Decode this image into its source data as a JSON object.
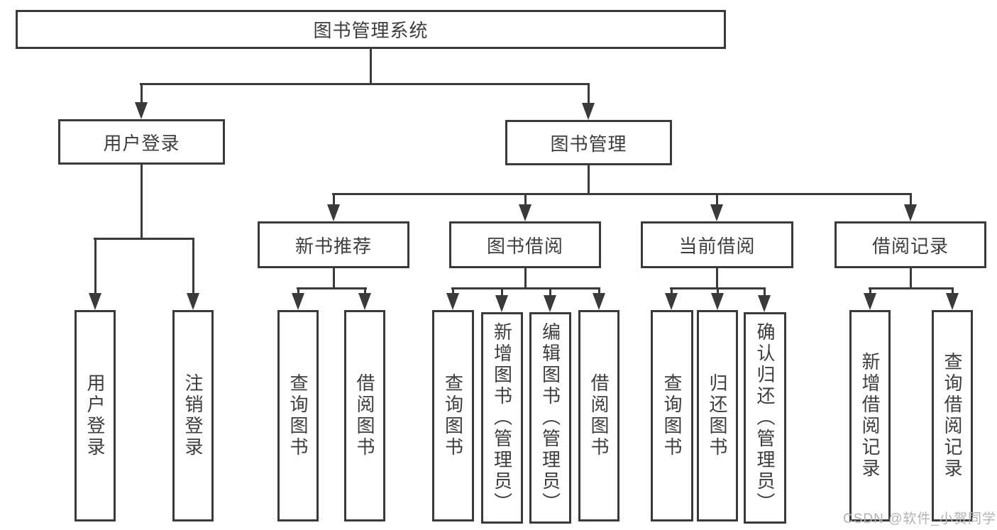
{
  "page": {
    "background": "#ffffff"
  },
  "colors": {
    "line": "#3a3a3a",
    "text": "#3d3d3d",
    "watermark": "#b2b2b2"
  },
  "watermark": {
    "text": "CSDN @软件_小贺同学"
  },
  "diagram": {
    "type": "tree",
    "root": {
      "label": "图书管理系统",
      "children": [
        {
          "label": "用户登录",
          "children": [
            {
              "label": "用户登录"
            },
            {
              "label": "注销登录"
            }
          ]
        },
        {
          "label": "图书管理",
          "children": [
            {
              "label": "新书推荐",
              "children": [
                {
                  "label": "查询图书"
                },
                {
                  "label": "借阅图书"
                }
              ]
            },
            {
              "label": "图书借阅",
              "children": [
                {
                  "label": "查询图书"
                },
                {
                  "label": "新增图书（管理员）"
                },
                {
                  "label": "编辑图书（管理员）"
                },
                {
                  "label": "借阅图书"
                }
              ]
            },
            {
              "label": "当前借阅",
              "children": [
                {
                  "label": "查询图书"
                },
                {
                  "label": "归还图书"
                },
                {
                  "label": "确认归还（管理员）"
                }
              ]
            },
            {
              "label": "借阅记录",
              "children": [
                {
                  "label": "新增借阅记录"
                },
                {
                  "label": "查询借阅记录"
                }
              ]
            }
          ]
        }
      ]
    }
  }
}
